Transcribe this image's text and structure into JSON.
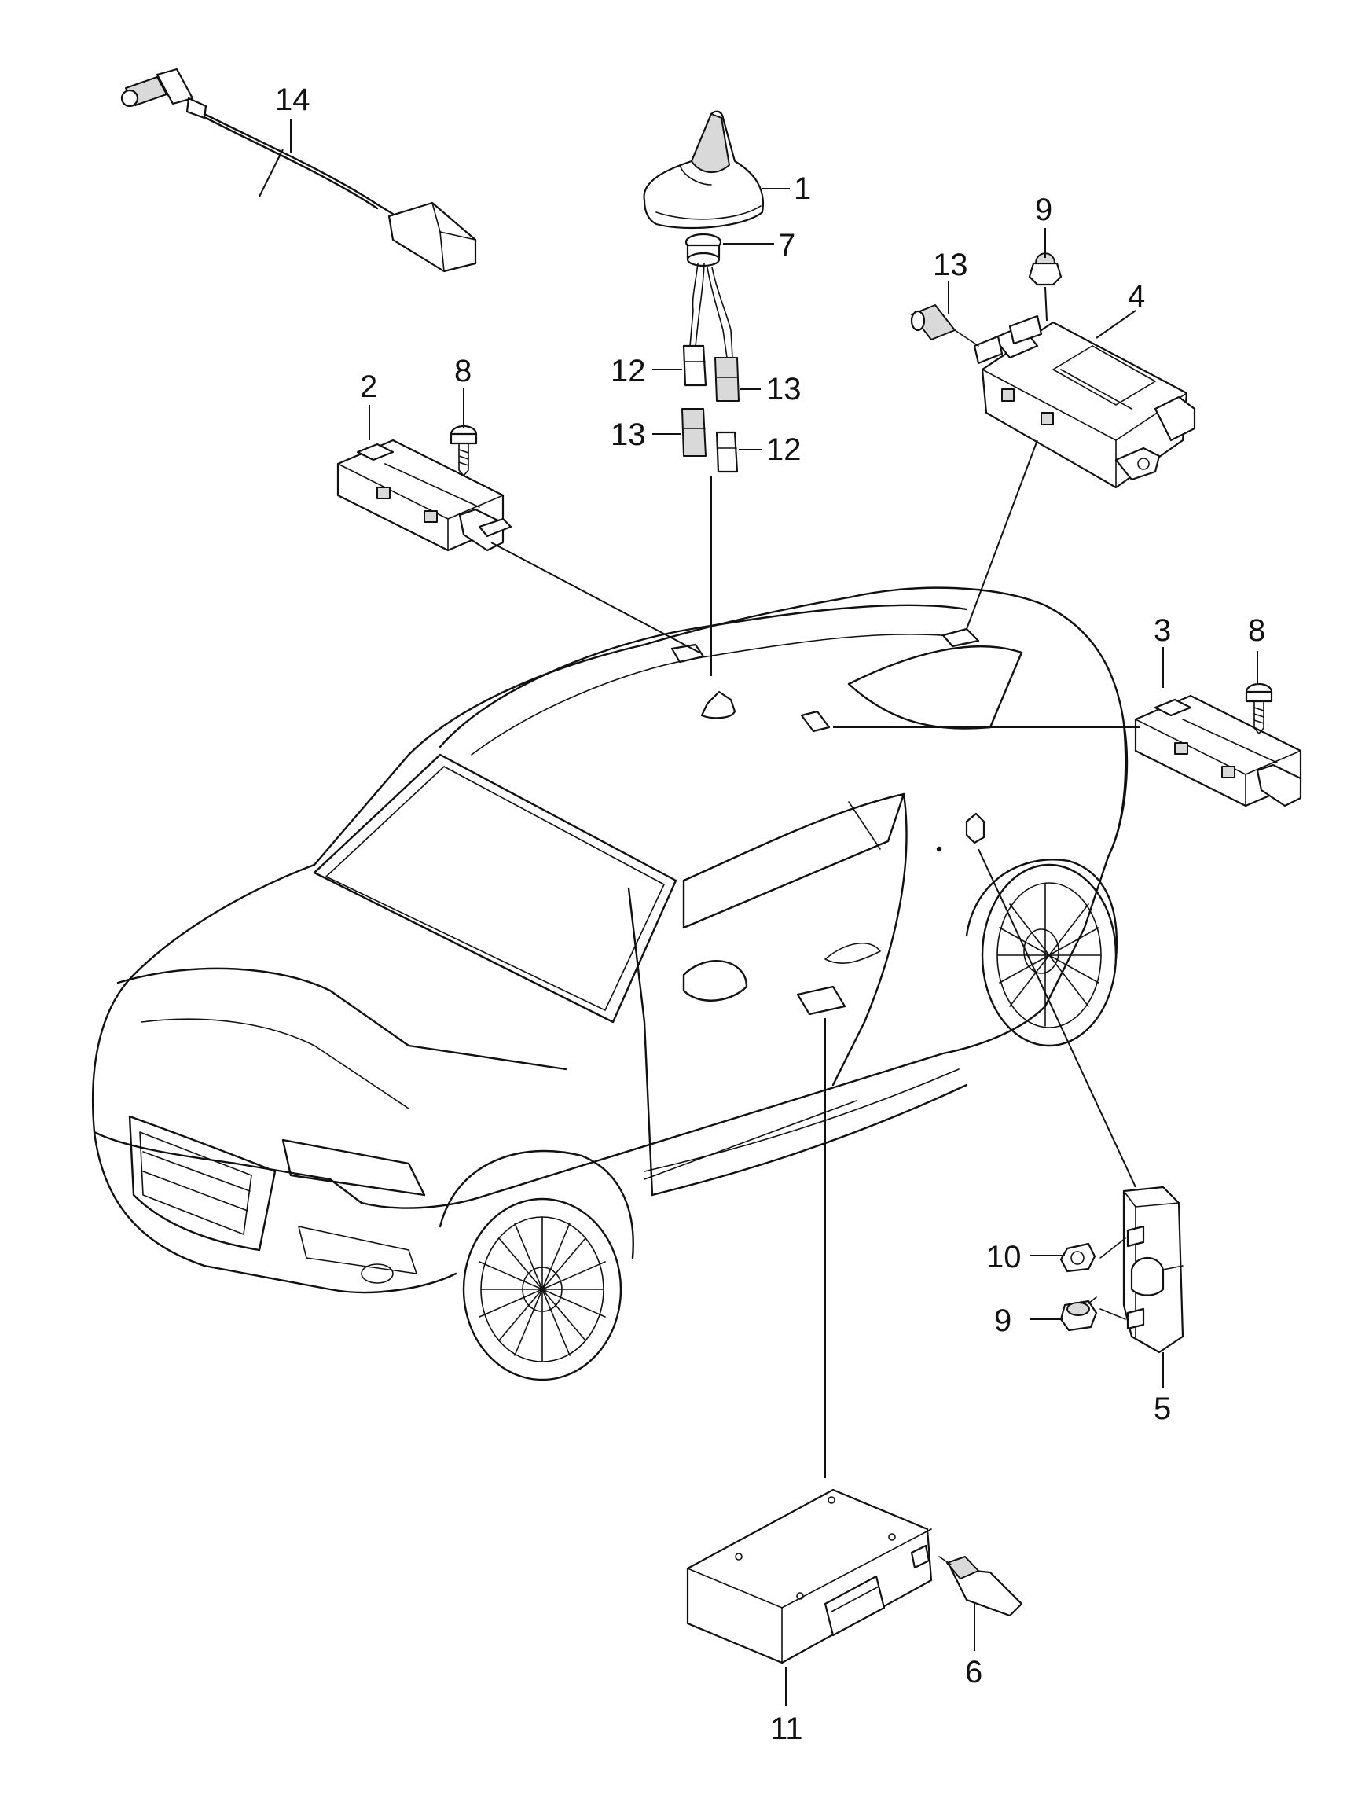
{
  "callouts": {
    "c1": "1",
    "c2": "2",
    "c3": "3",
    "c4": "4",
    "c5": "5",
    "c6": "6",
    "c7": "7",
    "c8a": "8",
    "c8b": "8",
    "c9a": "9",
    "c9b": "9",
    "c10": "10",
    "c11": "11",
    "c12a": "12",
    "c12b": "12",
    "c13a": "13",
    "c13b": "13",
    "c13c": "13",
    "c14": "14"
  },
  "icons": {
    "car": "car-outline-icon",
    "antenna": "roof-antenna-icon",
    "module": "control-module-icon",
    "bolt": "bolt-icon",
    "nut": "nut-icon",
    "connector": "connector-icon",
    "bracket": "bracket-icon",
    "cable": "cable-icon"
  },
  "colors": {
    "ink": "#111111",
    "paper": "#ffffff"
  }
}
